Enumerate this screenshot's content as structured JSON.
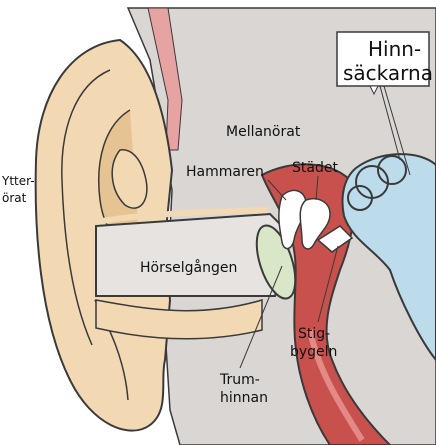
{
  "labels": {
    "ytterorat_line1": "Ytter-",
    "ytterorat_line2": "örat",
    "hinnsackarna_line1": "Hinn-",
    "hinnsackarna_line2": "säckarna",
    "mellanorat": "Mellanörat",
    "hammaren": "Hammaren",
    "stadet": "Städet",
    "horselgangen": "Hörselgången",
    "stigbygeln_line1": "Stig-",
    "stigbygeln_line2": "bygeln",
    "trumhinnan_line1": "Trum-",
    "trumhinnan_line2": "hinnan"
  },
  "colors": {
    "skin": "#f2d9b3",
    "skin_shadow": "#e6c393",
    "outline": "#3a3a3a",
    "cavity": "#dad6d4",
    "canal": "#e6e3e1",
    "bone_red": "#c9514d",
    "bone_red_light": "#e38a86",
    "ossicle_white": "#ffffff",
    "labyrinth_blue": "#bcdcec",
    "drum_green": "#d9e6c7",
    "pink_strip": "#e7a2a2"
  }
}
